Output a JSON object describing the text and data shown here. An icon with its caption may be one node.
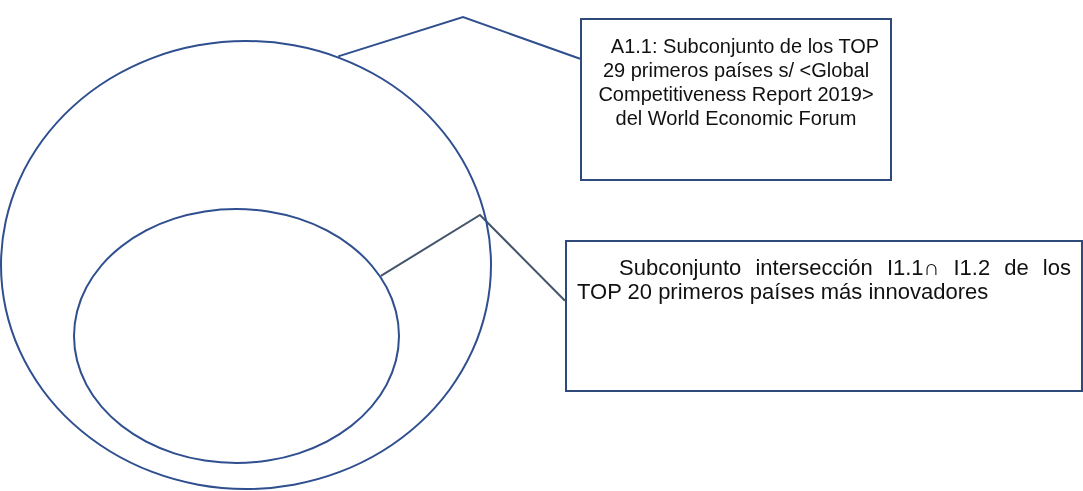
{
  "diagram": {
    "nodes": [
      {
        "text": [],
        "shape": "circle"
      },
      {
        "text": [],
        "shape": "circle",
        "in": 0
      },
      {
        "text": [
          "A1.1: Subconjunto de los TOP 29 primeros países s/ <Global Competitiveness Report 2019> del World Economic Forum"
        ]
      },
      {
        "text": [
          "Subconjunto intersección I1.1∩ I1.2 de los TOP 20 primeros países más innovadores"
        ]
      }
    ],
    "edges": [
      {
        "from": 2,
        "to": 0,
        "arrow": "none"
      },
      {
        "from": 3,
        "to": 1,
        "arrow": "none",
        "color": "#44546a"
      }
    ]
  }
}
